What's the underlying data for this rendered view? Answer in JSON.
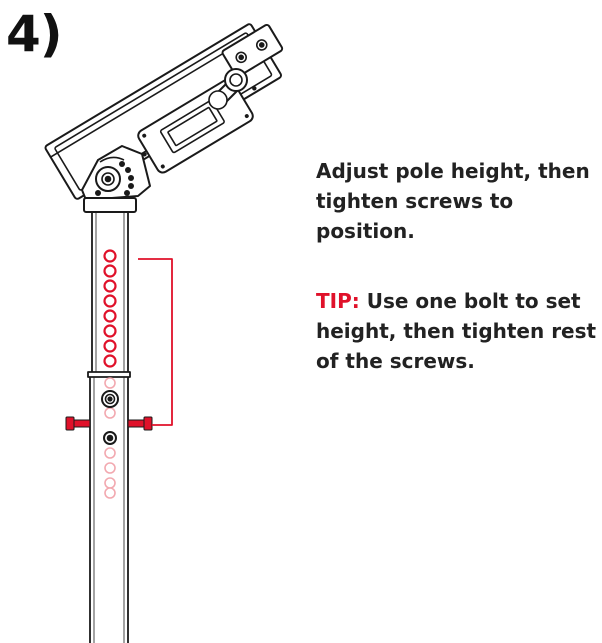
{
  "step_label": "4)",
  "instruction": "Adjust pole height, then tighten screws to position.",
  "tip": {
    "label": "TIP:",
    "text": " Use one bolt to set height, then tighten rest of the screws."
  },
  "colors": {
    "accent": "#e0112a",
    "line": "#1a1a1a",
    "faded_hole": "#f2a9b0"
  },
  "icons": [
    "tablet-enclosure",
    "tilt-bracket",
    "height-adjust-pole",
    "set-screw",
    "bolt"
  ]
}
